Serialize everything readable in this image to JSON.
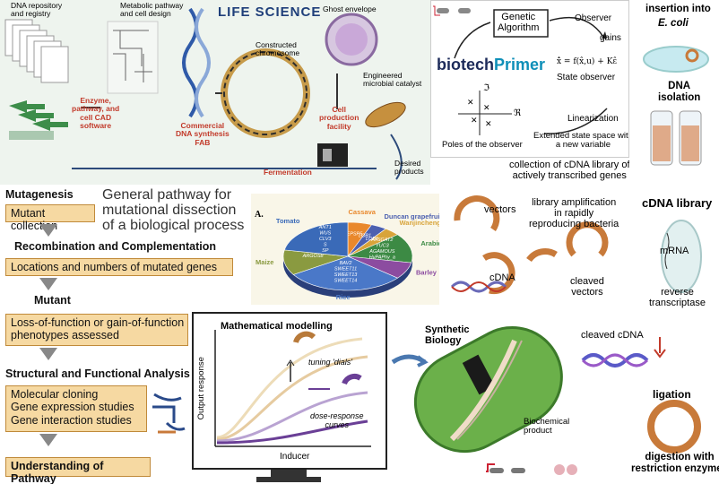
{
  "life_science": {
    "title": "LIFE SCIENCE",
    "labels": {
      "dna_repo": "DNA repository\nand registry",
      "metabolic": "Metabolic pathway\nand cell design",
      "ghost": "Ghost envelope",
      "constructed": "Constructed\nchromosome",
      "engineered": "Engineered\nmicrobial catalyst",
      "enzyme": "Enzyme,\npathway, and\ncell CAD\nsoftware",
      "commercial": "Commercial\nDNA synthesis\nFAB",
      "cell_prod": "Cell\nproduction\nfacility",
      "fermentation": "Fermentation",
      "desired": "Desired\nproducts"
    }
  },
  "biotech": {
    "genetic_algorithm": "Genetic\nAlgorithm",
    "observer": "Observer",
    "gains": "gains",
    "logo_a": "biotech",
    "logo_b": "Primer",
    "state_eq": "x̂̇ = f(x̂,u) + Kε̂",
    "state_observer": "State observer",
    "linearization": "Linearization",
    "extended": "Extended state space with\na new variable",
    "poles": "Poles of the observer",
    "im": "ℑ",
    "re": "ℜ"
  },
  "ecoli": {
    "insertion": "insertion into",
    "ecoli": "E. coli",
    "dna_isolation": "DNA\nisolation",
    "collection": "collection of cDNA library of\nactively transcribed genes",
    "vectors": "vectors",
    "amplification": "library amplification\nin rapidly\nreproducing bacteria",
    "cdna_library": "cDNA library",
    "mrna": "mRNA",
    "cdna": "cDNA",
    "cleaved_vectors": "cleaved\nvectors",
    "reverse": "reverse\ntranscriptase",
    "cleaved_cdna": "cleaved cDNA",
    "ligation": "ligation",
    "digestion": "digestion with\nrestriction enzymes"
  },
  "mutation": {
    "mutagenesis": "Mutagenesis",
    "mutant_collection": "Mutant collection",
    "general_pathway": "General pathway for\nmutational dissection\nof a biological process",
    "recombination": "Recombination and Complementation",
    "locations": "Locations and numbers of mutated genes",
    "mutant": "Mutant",
    "loss_gain": "Loss-of-function or gain-of-function\nphenotypes assessed",
    "structural": "Structural and Functional Analysis",
    "analysis": "Molecular cloning\nGene expression studies\nGene interaction studies",
    "understanding": "Understanding of Pathway"
  },
  "pie": {
    "panel_label": "A.",
    "slices": [
      {
        "name": "Cassava",
        "value": 6,
        "color": "#e9882c",
        "genes": [
          "EPSP5"
        ]
      },
      {
        "name": "Duncan grapefruit",
        "value": 4,
        "color": "#4c60b0",
        "genes": [
          "LOB1"
        ]
      },
      {
        "name": "Wanjincheng orange",
        "value": 4,
        "color": "#d8a43a",
        "genes": [
          "LOB1"
        ]
      },
      {
        "name": "Arabidopsis",
        "value": 14,
        "color": "#3c8a44",
        "genes": [
          "ATSGAT2",
          "YUC3",
          "AGAMOUS",
          "HvPAPhy_a"
        ]
      },
      {
        "name": "Barley",
        "value": 8,
        "color": "#8c4ca0",
        "genes": []
      },
      {
        "name": "Rice",
        "value": 30,
        "color": "#4a78c8",
        "genes": [
          "BAV2",
          "SWEET11",
          "SWEET13",
          "SWEET14"
        ]
      },
      {
        "name": "Maize",
        "value": 12,
        "color": "#8a9a40",
        "genes": [
          "ARGOS8"
        ]
      },
      {
        "name": "Tomato",
        "value": 22,
        "color": "#3a6ab8",
        "genes": [
          "ANT1",
          "WUS",
          "CLV3",
          "S",
          "SP"
        ]
      }
    ]
  },
  "synthetic": {
    "modelling_title": "Mathematical modelling",
    "ylabel": "Output response",
    "xlabel": "Inducer",
    "tuning": "tuning 'dials'",
    "dose": "dose-response\ncurves",
    "synthetic_title": "Synthetic\nBiology",
    "biochemical": "Biochemical\nproduct"
  },
  "colors": {
    "orange_box": "#f6d9a2",
    "curve_purple": "#6a3f96",
    "bacteria_green": "#6bb04a"
  }
}
